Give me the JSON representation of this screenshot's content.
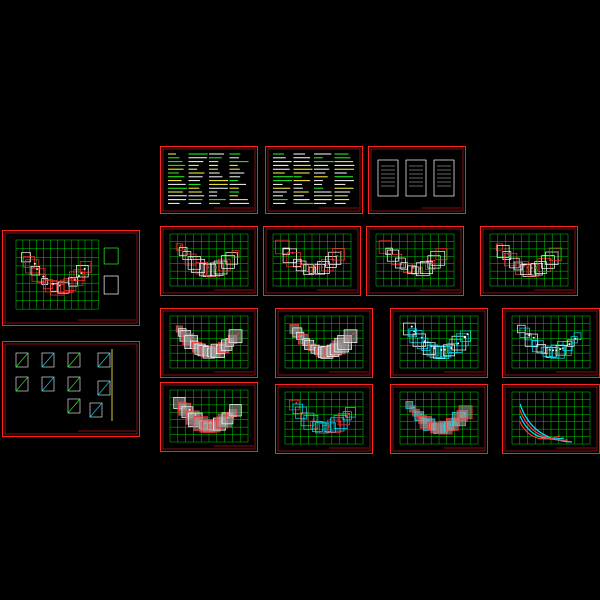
{
  "app": {
    "view": "cad-sheet-overview"
  },
  "colors": {
    "background": "#000000",
    "sheet_border": "#ff2020",
    "grid": "#00d000",
    "walls": "#ffffff",
    "columns": "#ff3030",
    "beams_cyan": "#00e5ff",
    "hatch": "#9a9a9a",
    "text_green": "#20ff20",
    "text_yellow": "#ffff40"
  },
  "sheets": [
    {
      "id": "notes-1",
      "kind": "notes"
    },
    {
      "id": "notes-2",
      "kind": "notes"
    },
    {
      "id": "cover-3",
      "kind": "cover"
    },
    {
      "id": "site-plan",
      "kind": "plan-red"
    },
    {
      "id": "details",
      "kind": "details"
    },
    {
      "id": "plan-a1",
      "kind": "plan-red"
    },
    {
      "id": "plan-a2",
      "kind": "plan-red"
    },
    {
      "id": "plan-a3",
      "kind": "plan-red"
    },
    {
      "id": "plan-a4",
      "kind": "plan-red"
    },
    {
      "id": "plan-b1",
      "kind": "plan-mixed"
    },
    {
      "id": "plan-b2",
      "kind": "plan-mixed"
    },
    {
      "id": "plan-b3",
      "kind": "plan-cyan"
    },
    {
      "id": "plan-b4",
      "kind": "plan-cyan"
    },
    {
      "id": "plan-c1",
      "kind": "plan-red-dense"
    },
    {
      "id": "plan-c2",
      "kind": "plan-cyan-red"
    },
    {
      "id": "plan-c3",
      "kind": "plan-red-cyan"
    },
    {
      "id": "plan-c4",
      "kind": "plan-cyan-arc"
    }
  ]
}
